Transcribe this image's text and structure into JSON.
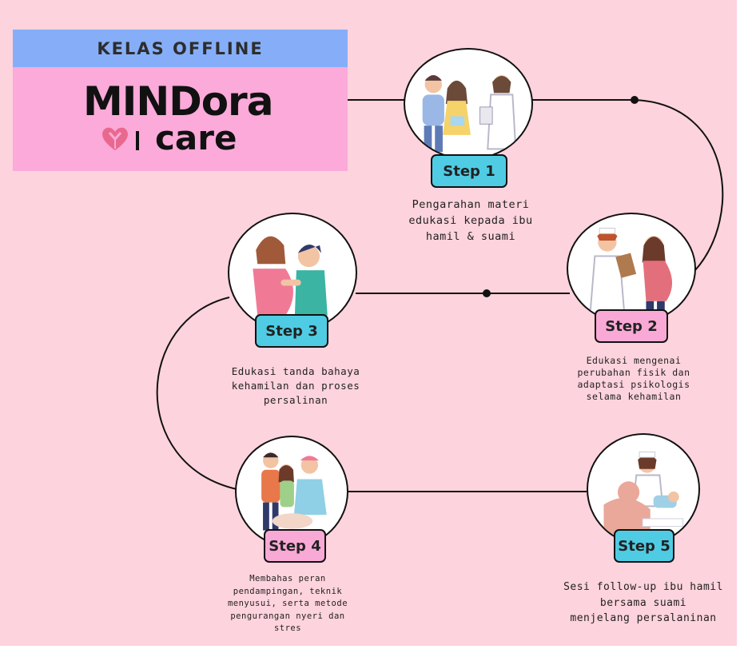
{
  "header": {
    "label": "KELAS OFFLINE",
    "brand_name": "MINDora",
    "brand_sub": "care"
  },
  "colors": {
    "background": "#fdd3dd",
    "header_bar": "#86aef8",
    "logo_box": "#fbaad9",
    "badge_cyan": "#4fcce4",
    "badge_pink": "#f9a9d6"
  },
  "steps": [
    {
      "label": "Step 1",
      "description": [
        "Pengarahan materi",
        "edukasi kepada ibu",
        "hamil & suami"
      ],
      "illustration": "couple-with-doctor-icon"
    },
    {
      "label": "Step 2",
      "description": [
        "Edukasi mengenai",
        "perubahan fisik dan",
        "adaptasi psikologis",
        "selama kehamilan"
      ],
      "illustration": "nurse-with-pregnant-woman-icon"
    },
    {
      "label": "Step 3",
      "description": [
        "Edukasi tanda bahaya",
        "kehamilan dan proses",
        "persalinan"
      ],
      "illustration": "pregnant-woman-with-midwife-icon"
    },
    {
      "label": "Step 4",
      "description": [
        "Membahas peran",
        "pendampingan, teknik",
        "menyusui, serta metode",
        "pengurangan nyeri dan",
        "stres"
      ],
      "illustration": "family-with-nurse-icon"
    },
    {
      "label": "Step 5",
      "description": [
        "Sesi follow-up ibu hamil",
        "bersama suami",
        "menjelang persalaninan"
      ],
      "illustration": "nurse-with-newborn-icon"
    }
  ]
}
